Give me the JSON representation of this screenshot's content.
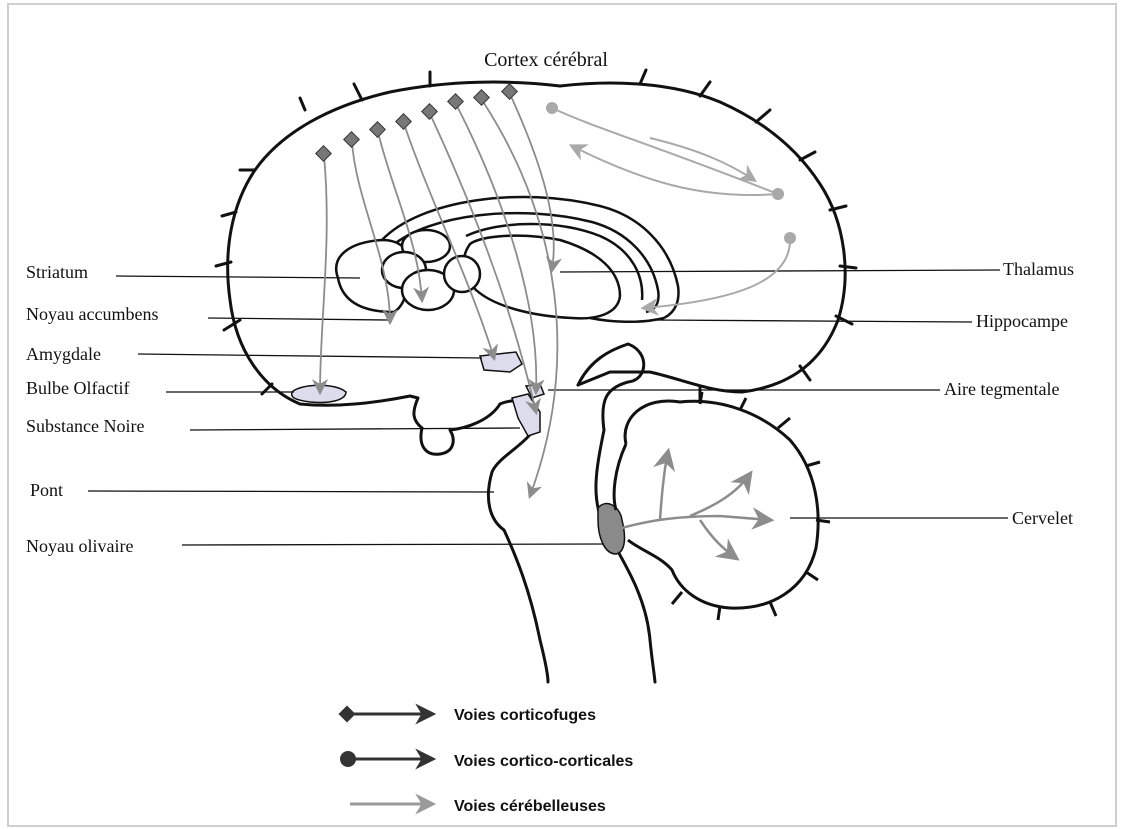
{
  "title": "Cortex cérébral",
  "colors": {
    "outline": "#111111",
    "corticofugal": "#333333",
    "pathway_gray": "#8c8c8c",
    "light_gray": "#a9a9a9",
    "nucleus_fill": "#dcdcec",
    "olive_fill": "#8a8a8a"
  },
  "labels_left": [
    {
      "key": "striatum",
      "text": "Striatum"
    },
    {
      "key": "accumbens",
      "text": "Noyau accumbens"
    },
    {
      "key": "amygdala",
      "text": "Amygdale"
    },
    {
      "key": "olfactory",
      "text": "Bulbe Olfactif"
    },
    {
      "key": "nigra",
      "text": "Substance Noire"
    },
    {
      "key": "pons",
      "text": "Pont"
    },
    {
      "key": "olivary",
      "text": "Noyau olivaire"
    }
  ],
  "labels_right": [
    {
      "key": "thalamus",
      "text": "Thalamus"
    },
    {
      "key": "hippocampus",
      "text": "Hippocampe"
    },
    {
      "key": "vta",
      "text": "Aire tegmentale"
    },
    {
      "key": "cerebellum",
      "text": "Cervelet"
    }
  ],
  "legend": [
    {
      "key": "corticofugal",
      "text": "Voies corticofuges",
      "marker": "diamond"
    },
    {
      "key": "corticocortical",
      "text": "Voies cortico-corticales",
      "marker": "circle"
    },
    {
      "key": "cerebellar",
      "text": "Voies cérébelleuses",
      "marker": "none"
    }
  ]
}
